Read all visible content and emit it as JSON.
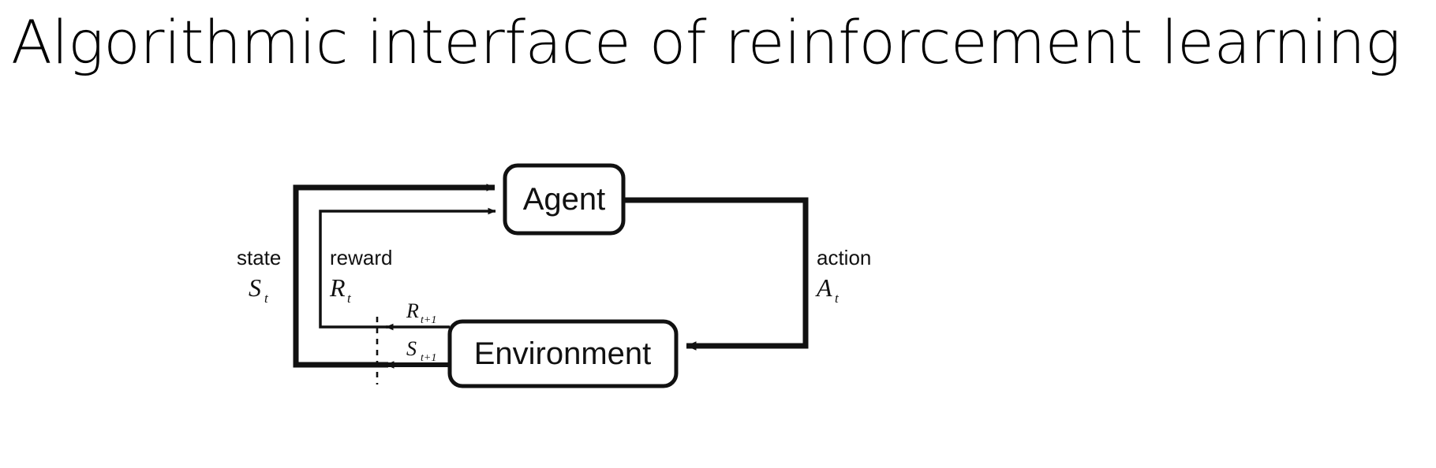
{
  "slide": {
    "title": "Algorithmic interface of reinforcement learning",
    "background_color": "#ffffff",
    "text_color": "#000000"
  },
  "diagram": {
    "name": "agent-environment-interaction-loop",
    "nodes": [
      {
        "id": "agent",
        "label": "Agent"
      },
      {
        "id": "environment",
        "label": "Environment"
      }
    ],
    "edges": [
      {
        "id": "state-edge",
        "from": "environment",
        "to": "agent",
        "word": "state",
        "symbol": "S",
        "subscript": "t",
        "stroke": "thick"
      },
      {
        "id": "reward-edge",
        "from": "environment",
        "to": "agent",
        "word": "reward",
        "symbol": "R",
        "subscript": "t",
        "stroke": "thin"
      },
      {
        "id": "action-edge",
        "from": "agent",
        "to": "environment",
        "word": "action",
        "symbol": "A",
        "subscript": "t",
        "stroke": "thick"
      }
    ],
    "next_step_labels": [
      {
        "id": "reward-next",
        "symbol": "R",
        "subscript": "t+1"
      },
      {
        "id": "state-next",
        "symbol": "S",
        "subscript": "t+1"
      }
    ],
    "time_separator": {
      "id": "time-boundary",
      "style": "dashed"
    },
    "colors": {
      "line": "#111111",
      "box_border": "#111111",
      "box_fill": "#ffffff"
    }
  }
}
